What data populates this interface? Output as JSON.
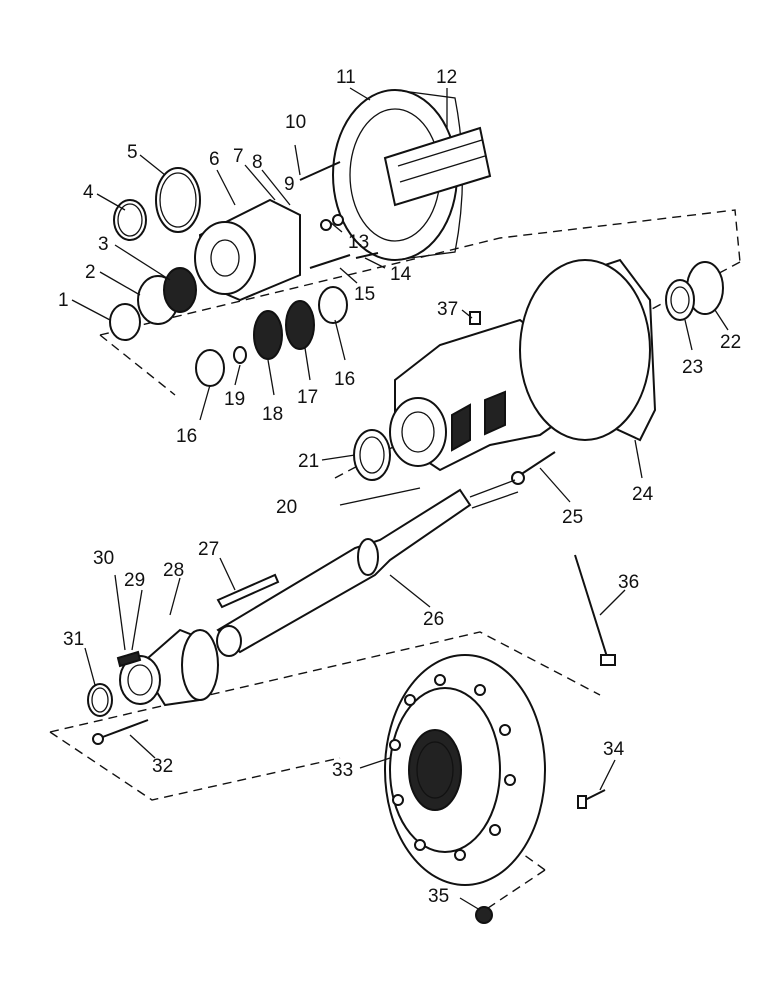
{
  "figure": {
    "labels": [
      "1",
      "2",
      "3",
      "4",
      "5",
      "6",
      "7",
      "8",
      "9",
      "10",
      "11",
      "12",
      "13",
      "14",
      "15",
      "16",
      "16",
      "17",
      "18",
      "19",
      "20",
      "21",
      "22",
      "23",
      "24",
      "25",
      "26",
      "27",
      "28",
      "29",
      "30",
      "31",
      "32",
      "33",
      "34",
      "35",
      "36",
      "37"
    ]
  },
  "colors": {
    "ink": "#111111",
    "paper": "#ffffff"
  }
}
